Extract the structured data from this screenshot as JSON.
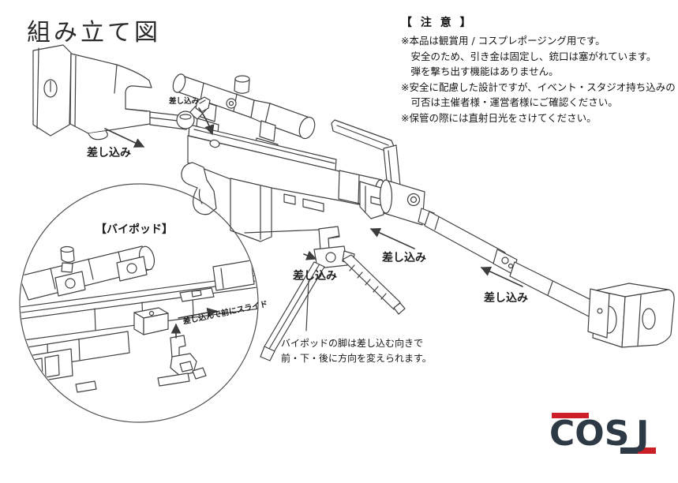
{
  "page": {
    "title": "組み立て図"
  },
  "notice": {
    "heading": "【 注 意 】",
    "lines": [
      "※本品は観賞用 / コスプレポージング用です。",
      "　安全のため、引き金は固定し、銃口は塞がれています。",
      "　弾を撃ち出す機能はありません。",
      "※安全に配慮した設計ですが、イベント・スタジオ持ち込みの",
      "　可否は主催者様・運営者様にご確認ください。",
      "※保管の際には直射日光をさけてください。"
    ]
  },
  "labels": {
    "insert": "差し込み",
    "bipod_detail_title": "【バイポッド】",
    "slide_note": "差し込んで前にスライド"
  },
  "bipod_note": {
    "line1": "バイポッドの脚は差し込む向きで",
    "line2": "前・下・後に方向を変えられます。"
  },
  "logo": {
    "cos": "COS",
    "underscore": "_",
    "j": "J",
    "text_color": "#2d3944",
    "accent_color": "#cb2027"
  },
  "diagram": {
    "line_color": "#414141"
  }
}
